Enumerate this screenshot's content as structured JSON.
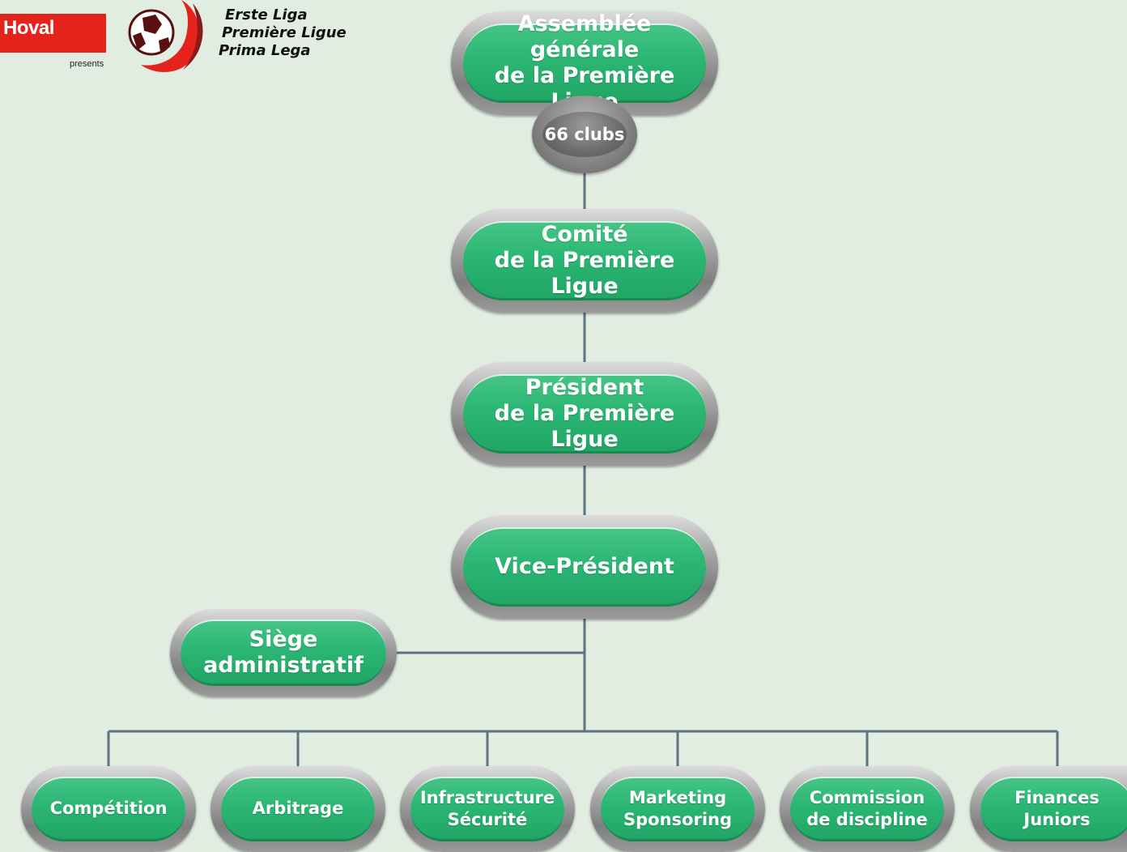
{
  "sponsor": {
    "name": "Hoval",
    "tagline": "presents"
  },
  "league": {
    "names": [
      "Erste Liga",
      "Première Ligue",
      "Prima Lega"
    ]
  },
  "colors": {
    "node_green": "#2bb673",
    "frame_grey": "#8f8f8f",
    "connector": "#5c7380",
    "background": "#e2ede2",
    "sponsor_red": "#e5231d"
  },
  "nodes": {
    "assembly": "Assemblée générale\nde la Première Ligue",
    "clubs": "66 clubs",
    "committee": "Comité\nde la Première Ligue",
    "president": "Président\nde la Première Ligue",
    "vice_president": "Vice-Président",
    "head_office": "Siège administratif"
  },
  "departments": [
    "Compétition",
    "Arbitrage",
    "Infrastructure\nSécurité",
    "Marketing\nSponsoring",
    "Commission\nde discipline",
    "Finances\nJuniors"
  ]
}
